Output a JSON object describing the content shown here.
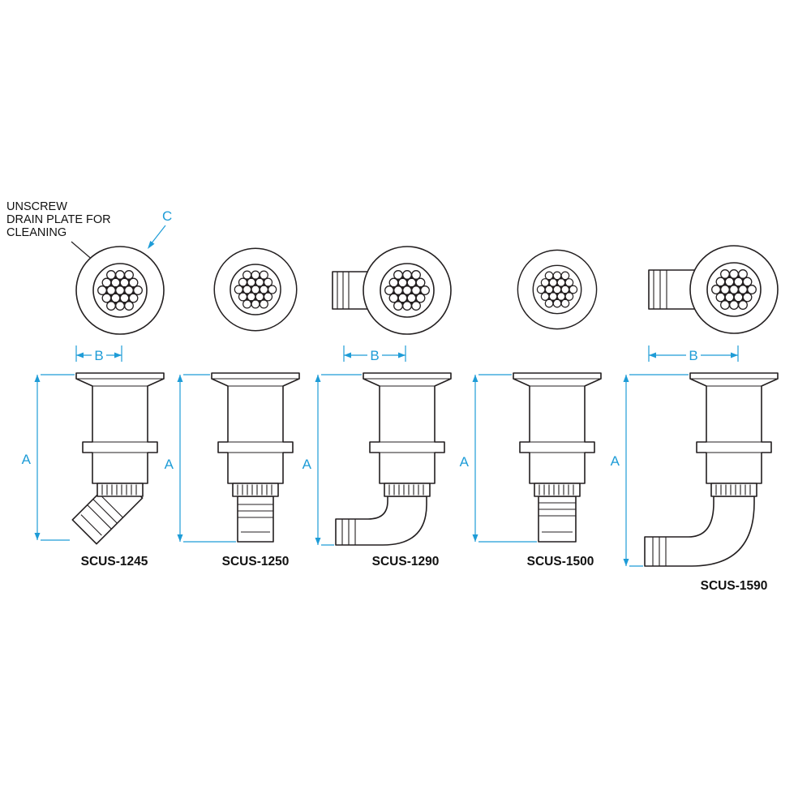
{
  "annotation": {
    "text_lines": [
      "UNSCREW",
      "DRAIN PLATE FOR",
      "CLEANING"
    ]
  },
  "dimensions": {
    "a": "A",
    "b": "B",
    "c": "C"
  },
  "products": [
    "SCUS-1245",
    "SCUS-1250",
    "SCUS-1290",
    "SCUS-1500",
    "SCUS-1590"
  ],
  "colors": {
    "line": "#231F20",
    "dimension_blue": "#1E9CD7",
    "label_text": "#111111",
    "background": "#FFFFFF"
  }
}
